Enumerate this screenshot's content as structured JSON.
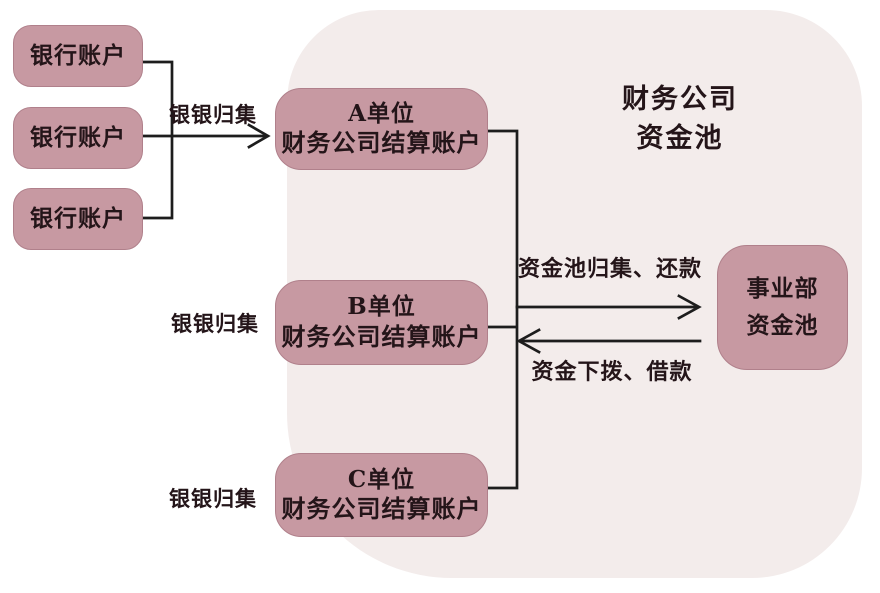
{
  "diagram": {
    "pool_title": {
      "line1": "财务公司",
      "line2": "资金池"
    },
    "bank_accounts": [
      {
        "label": "银行账户"
      },
      {
        "label": "银行账户"
      },
      {
        "label": "银行账户"
      }
    ],
    "collection_labels": {
      "top": "银银归集",
      "unit_b": "银银归集",
      "unit_c": "银银归集"
    },
    "unit_accounts": [
      {
        "line1": "A单位",
        "line2": "财务公司结算账户"
      },
      {
        "line1": "B单位",
        "line2": "财务公司结算账户"
      },
      {
        "line1": "C单位",
        "line2": "财务公司结算账户"
      }
    ],
    "division_pool": {
      "line1": "事业部",
      "line2": "资金池"
    },
    "flow_labels": {
      "to_pool": "资金池归集、还款",
      "from_pool": "资金下拨、借款"
    },
    "colors": {
      "node_fill": "#c799a2",
      "node_border": "#b0808b",
      "pool_background": "#f3eceb",
      "line": "#1d1d1d",
      "text": "#241519"
    }
  }
}
